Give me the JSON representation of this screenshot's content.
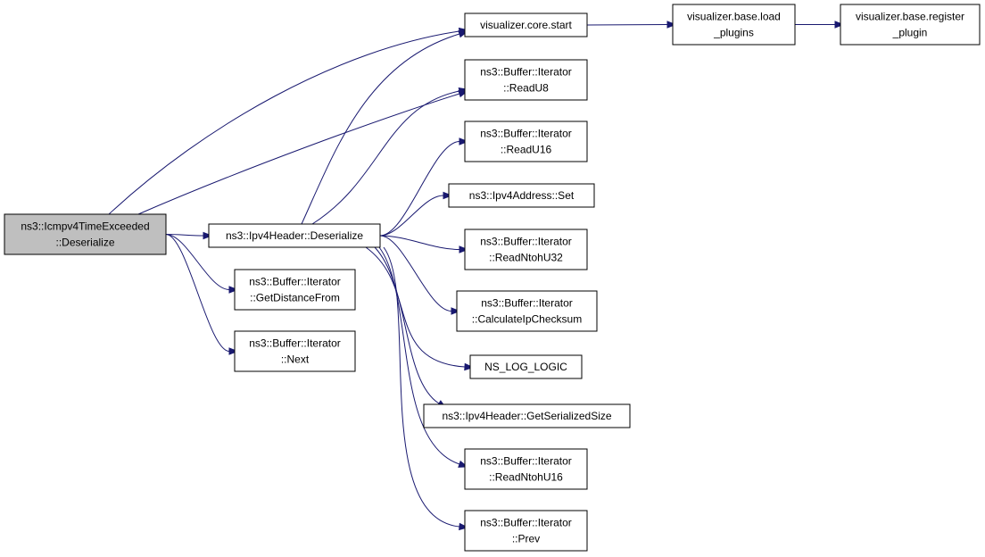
{
  "nodes": {
    "root": {
      "lines": [
        "ns3::Icmpv4TimeExceeded",
        "::Deserialize"
      ],
      "fill": "#bfbfbf"
    },
    "ipv4_deserialize": {
      "lines": [
        "ns3::Ipv4Header::Deserialize"
      ],
      "fill": "#ffffff"
    },
    "get_distance_from": {
      "lines": [
        "ns3::Buffer::Iterator",
        "::GetDistanceFrom"
      ],
      "fill": "#ffffff"
    },
    "next": {
      "lines": [
        "ns3::Buffer::Iterator",
        "::Next"
      ],
      "fill": "#ffffff"
    },
    "core_start": {
      "lines": [
        "visualizer.core.start"
      ],
      "fill": "#ffffff"
    },
    "read_u8": {
      "lines": [
        "ns3::Buffer::Iterator",
        "::ReadU8"
      ],
      "fill": "#ffffff"
    },
    "read_u16": {
      "lines": [
        "ns3::Buffer::Iterator",
        "::ReadU16"
      ],
      "fill": "#ffffff"
    },
    "ipv4address_set": {
      "lines": [
        "ns3::Ipv4Address::Set"
      ],
      "fill": "#ffffff"
    },
    "read_ntoh_u32": {
      "lines": [
        "ns3::Buffer::Iterator",
        "::ReadNtohU32"
      ],
      "fill": "#ffffff"
    },
    "calc_ip_checksum": {
      "lines": [
        "ns3::Buffer::Iterator",
        "::CalculateIpChecksum"
      ],
      "fill": "#ffffff"
    },
    "ns_log_logic": {
      "lines": [
        "NS_LOG_LOGIC"
      ],
      "fill": "#ffffff"
    },
    "get_serialized_size": {
      "lines": [
        "ns3::Ipv4Header::GetSerializedSize"
      ],
      "fill": "#ffffff"
    },
    "read_ntoh_u16": {
      "lines": [
        "ns3::Buffer::Iterator",
        "::ReadNtohU16"
      ],
      "fill": "#ffffff"
    },
    "prev": {
      "lines": [
        "ns3::Buffer::Iterator",
        "::Prev"
      ],
      "fill": "#ffffff"
    },
    "load_plugins": {
      "lines": [
        "visualizer.base.load",
        "_plugins"
      ],
      "fill": "#ffffff"
    },
    "register_plugin": {
      "lines": [
        "visualizer.base.register",
        "_plugin"
      ],
      "fill": "#ffffff"
    }
  },
  "edges": [
    {
      "from": "root",
      "to": "ipv4_deserialize"
    },
    {
      "from": "root",
      "to": "core_start"
    },
    {
      "from": "root",
      "to": "read_u8"
    },
    {
      "from": "root",
      "to": "get_distance_from"
    },
    {
      "from": "root",
      "to": "next"
    },
    {
      "from": "ipv4_deserialize",
      "to": "core_start"
    },
    {
      "from": "ipv4_deserialize",
      "to": "read_u8"
    },
    {
      "from": "ipv4_deserialize",
      "to": "read_u16"
    },
    {
      "from": "ipv4_deserialize",
      "to": "ipv4address_set"
    },
    {
      "from": "ipv4_deserialize",
      "to": "read_ntoh_u32"
    },
    {
      "from": "ipv4_deserialize",
      "to": "calc_ip_checksum"
    },
    {
      "from": "ipv4_deserialize",
      "to": "ns_log_logic"
    },
    {
      "from": "ipv4_deserialize",
      "to": "get_serialized_size"
    },
    {
      "from": "ipv4_deserialize",
      "to": "read_ntoh_u16"
    },
    {
      "from": "ipv4_deserialize",
      "to": "prev"
    },
    {
      "from": "core_start",
      "to": "load_plugins"
    },
    {
      "from": "load_plugins",
      "to": "register_plugin"
    }
  ],
  "colors": {
    "edge": "#191970",
    "node_border": "#000000"
  }
}
